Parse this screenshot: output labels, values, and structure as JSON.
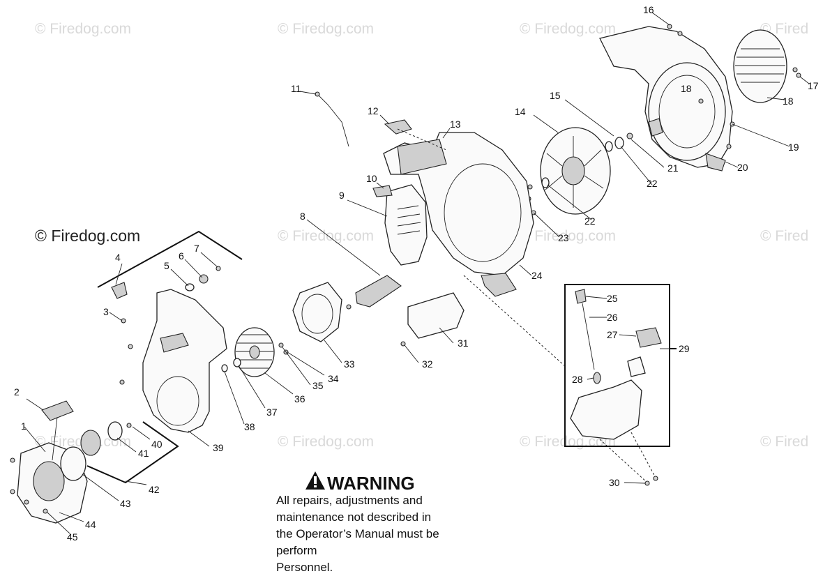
{
  "watermarks": [
    "© Firedog.com",
    "© Firedog.com",
    "© Firedog.com",
    "© Fired",
    "© Firedog.com",
    "© Firedog.com",
    "© Fired",
    "© Firedog.com",
    "© Firedog.com",
    "© Firedog.com",
    "© Fired"
  ],
  "watermark_main": "© Firedog.com",
  "callouts": [
    "1",
    "2",
    "3",
    "4",
    "5",
    "6",
    "7",
    "8",
    "9",
    "10",
    "11",
    "12",
    "13",
    "14",
    "15",
    "16",
    "17",
    "18",
    "18",
    "19",
    "20",
    "21",
    "22",
    "22",
    "23",
    "24",
    "25",
    "26",
    "27",
    "28",
    "29",
    "30",
    "31",
    "32",
    "33",
    "34",
    "35",
    "36",
    "37",
    "38",
    "39",
    "40",
    "41",
    "42",
    "43",
    "44",
    "45"
  ],
  "warning": {
    "icon": "warning-triangle-icon",
    "title": "WARNING",
    "lines": [
      "All repairs, adjustments and",
      "maintenance not described in",
      "the Operator’s Manual must be",
      "perform",
      "Personnel."
    ]
  }
}
